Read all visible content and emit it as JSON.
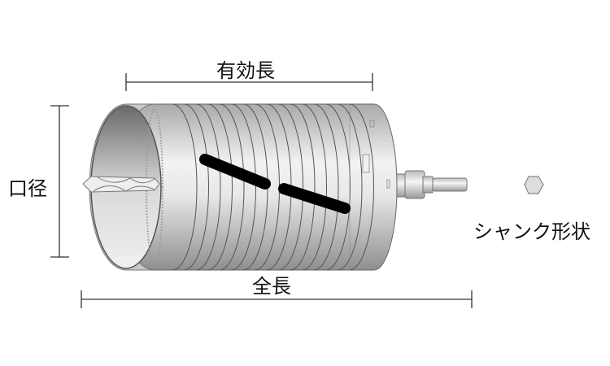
{
  "labels": {
    "effective_length": "有効長",
    "diameter": "口径",
    "total_length": "全長",
    "shank_shape": "シャンク形状"
  },
  "colors": {
    "line": "#333333",
    "body": "#d6d6d6",
    "stripe": "#000000"
  }
}
